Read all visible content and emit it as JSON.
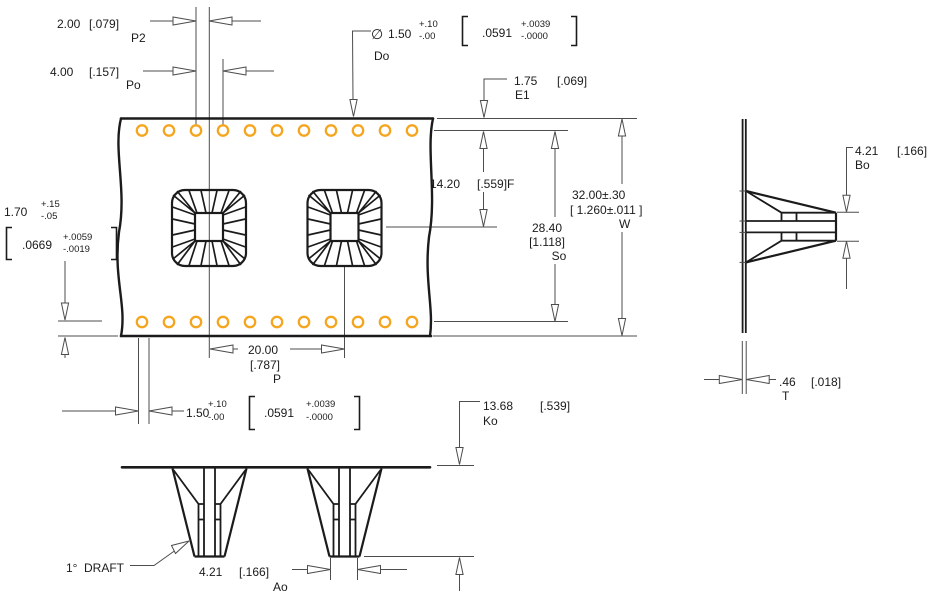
{
  "plan": {
    "dim_p2": {
      "mm": "2.00",
      "inch": "[.079]",
      "label": "P2"
    },
    "dim_po": {
      "mm": "4.00",
      "inch": "[.157]",
      "label": "Po"
    },
    "dim_do": {
      "dia": "∅",
      "mm": "1.50",
      "tol_plus": "+.10",
      "tol_minus": "-.00",
      "inch": ".0591",
      "inch_tol_plus": "+.0039",
      "inch_tol_minus": "-.0000",
      "label": "Do"
    },
    "dim_e1": {
      "mm": "1.75",
      "inch": "[.069]",
      "label": "E1"
    },
    "dim_edge": {
      "mm": "1.70",
      "tol_plus": "+.15",
      "tol_minus": "-.05",
      "inch": ".0669",
      "inch_tol_plus": "+.0059",
      "inch_tol_minus": "-.0019"
    },
    "dim_f": {
      "mm": "14.20",
      "inch": "[.559]F"
    },
    "dim_so": {
      "mm": "28.40",
      "inch": "[1.118]",
      "label": "So"
    },
    "dim_w": {
      "mm": "32.00±.30",
      "inch": "[ 1.260±.011  ]",
      "label": "W"
    },
    "dim_p": {
      "mm": "20.00",
      "inch": "[.787]",
      "label": "P"
    },
    "dim_hole": {
      "mm": "1.50",
      "tol_plus": "+.10",
      "tol_minus": "-.00",
      "inch": ".0591",
      "inch_tol_plus": "+.0039",
      "inch_tol_minus": "-.0000"
    }
  },
  "front": {
    "dim_ko": {
      "mm": "13.68",
      "inch": "[.539]",
      "label": "Ko"
    },
    "dim_ao": {
      "mm": "4.21",
      "inch": "[.166]",
      "label": "Ao"
    },
    "draft_note": {
      "prefix": "1°",
      "text": "DRAFT"
    }
  },
  "side": {
    "dim_bo": {
      "mm": "4.21",
      "inch": "[.166]",
      "label": "Bo"
    },
    "dim_t": {
      "mm": ".46",
      "inch": "[.018]",
      "label": "T"
    }
  },
  "colors": {
    "sprocket_hole": "#F5A51E",
    "line": "#1b1b1b",
    "dim_line": "#4d4d4d"
  }
}
